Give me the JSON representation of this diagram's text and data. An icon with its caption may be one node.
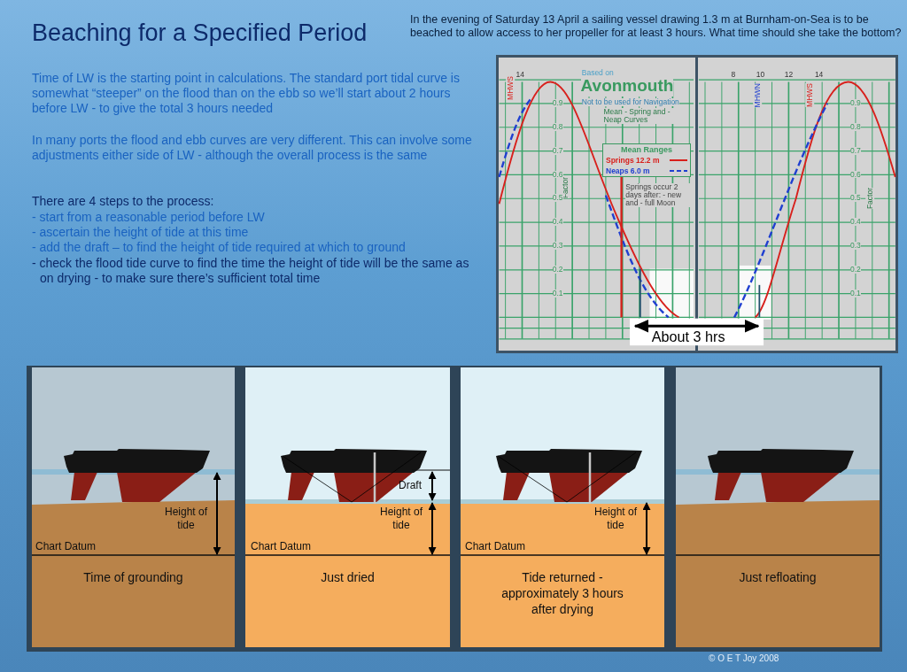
{
  "diagram": {
    "title": "Beaching for a Specified Period",
    "nodes": [
      {
        "text": [
          "Height of tide",
          "Chart Datum",
          "Time of grounding"
        ]
      },
      {
        "text": [
          "Draft",
          "Height of tide",
          "Chart Datum",
          "Just dried"
        ]
      },
      {
        "text": [
          "Height of tide",
          "Chart Datum",
          "Tide returned - approximately 3 hours after drying"
        ]
      },
      {
        "text": [
          "Just refloating"
        ]
      }
    ],
    "edges": [],
    "labels": [
      "In the evening of Saturday 13 April a sailing  vessel drawing 1.3 m at Burnham-on-Sea is to be beached to allow access to her propeller for at least 3 hours.   What time should she take the bottom?",
      "Time of LW is the starting point in calculations.  The standard port tidal curve is  somewhat “steeper” on the flood than on the ebb so we’ll start about 2 hours before LW - to give the total 3 hours needed",
      "In many ports the flood and ebb curves are very different.  This can involve some adjustments either side of LW - although the overall process is the same",
      "There are 4 steps to the process:",
      "- start from a reasonable period before LW",
      "- ascertain the height of tide at this time",
      "- add the draft – to find the height of tide required at which to ground",
      "- check the flood tide curve to find the time the height of tide will be the same as on drying - to make sure there’s sufficient total time",
      "14",
      "MHWS",
      "Based on",
      "Avonmouth",
      "Not to be used for Navigation",
      "Mean - Spring and - Neap Curves",
      "Mean Ranges",
      "Factor",
      "Springs occur 2 days after: - new and - full Moon",
      "0.9",
      "0.8",
      "0.7",
      "0.6",
      "0.5",
      "0.4",
      "0.3",
      "0.2",
      "0.1",
      "8",
      "10",
      "12",
      "14",
      "MHWN",
      "MHWS",
      "Factor",
      "0.9",
      "0.8",
      "0.7",
      "0.6",
      "0.5",
      "0.4",
      "0.3",
      "0.2",
      "0.1",
      "About 3 hrs",
      "© O E T Joy 2008"
    ],
    "legend": [
      {
        "text": "Springs 12.2 m"
      },
      {
        "text": "Neaps 6.0 m"
      }
    ]
  }
}
